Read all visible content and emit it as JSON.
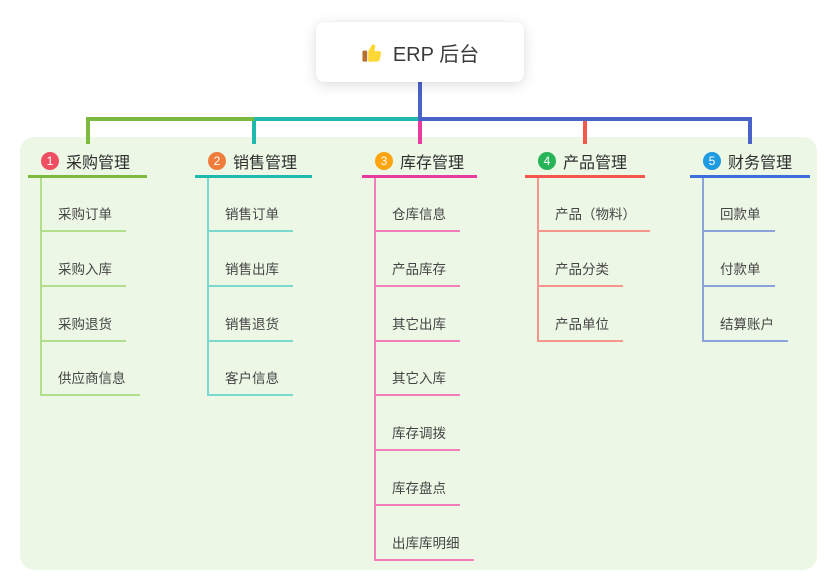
{
  "root": {
    "label": "ERP 后台",
    "icon": "thumbs-up"
  },
  "canvas": {
    "background": "#ffffff",
    "panel_background": "#ecf7e5",
    "root_connector_color": "#4a63c8"
  },
  "branches": [
    {
      "badge": "1",
      "label": "采购管理",
      "badge_color": "#ef4f63",
      "connector_color": "#7cb93e",
      "underline_color": "#7cb93e",
      "item_line_color": "#b3de8c",
      "items": [
        {
          "label": "采购订单"
        },
        {
          "label": "采购入库"
        },
        {
          "label": "采购退货"
        },
        {
          "label": "供应商信息"
        }
      ]
    },
    {
      "badge": "2",
      "label": "销售管理",
      "badge_color": "#f07c3b",
      "connector_color": "#1fb9ae",
      "underline_color": "#1fb9ae",
      "item_line_color": "#7ad8cf",
      "items": [
        {
          "label": "销售订单"
        },
        {
          "label": "销售出库"
        },
        {
          "label": "销售退货"
        },
        {
          "label": "客户信息"
        }
      ]
    },
    {
      "badge": "3",
      "label": "库存管理",
      "badge_color": "#fda40e",
      "connector_color": "#e73b9d",
      "underline_color": "#e73b9d",
      "item_line_color": "#f27fbb",
      "items": [
        {
          "label": "仓库信息"
        },
        {
          "label": "产品库存"
        },
        {
          "label": "其它出库"
        },
        {
          "label": "其它入库"
        },
        {
          "label": "库存调拨"
        },
        {
          "label": "库存盘点"
        },
        {
          "label": "出库库明细"
        }
      ]
    },
    {
      "badge": "4",
      "label": "产品管理",
      "badge_color": "#27b358",
      "connector_color": "#f4574d",
      "underline_color": "#f4574d",
      "item_line_color": "#f7968f",
      "items": [
        {
          "label": "产品（物料）"
        },
        {
          "label": "产品分类"
        },
        {
          "label": "产品单位"
        }
      ]
    },
    {
      "badge": "5",
      "label": "财务管理",
      "badge_color": "#209be1",
      "connector_color": "#4a63c8",
      "underline_color": "#3e6ede",
      "item_line_color": "#8ba2da",
      "items": [
        {
          "label": "回款单"
        },
        {
          "label": "付款单"
        },
        {
          "label": "结算账户"
        }
      ]
    }
  ]
}
